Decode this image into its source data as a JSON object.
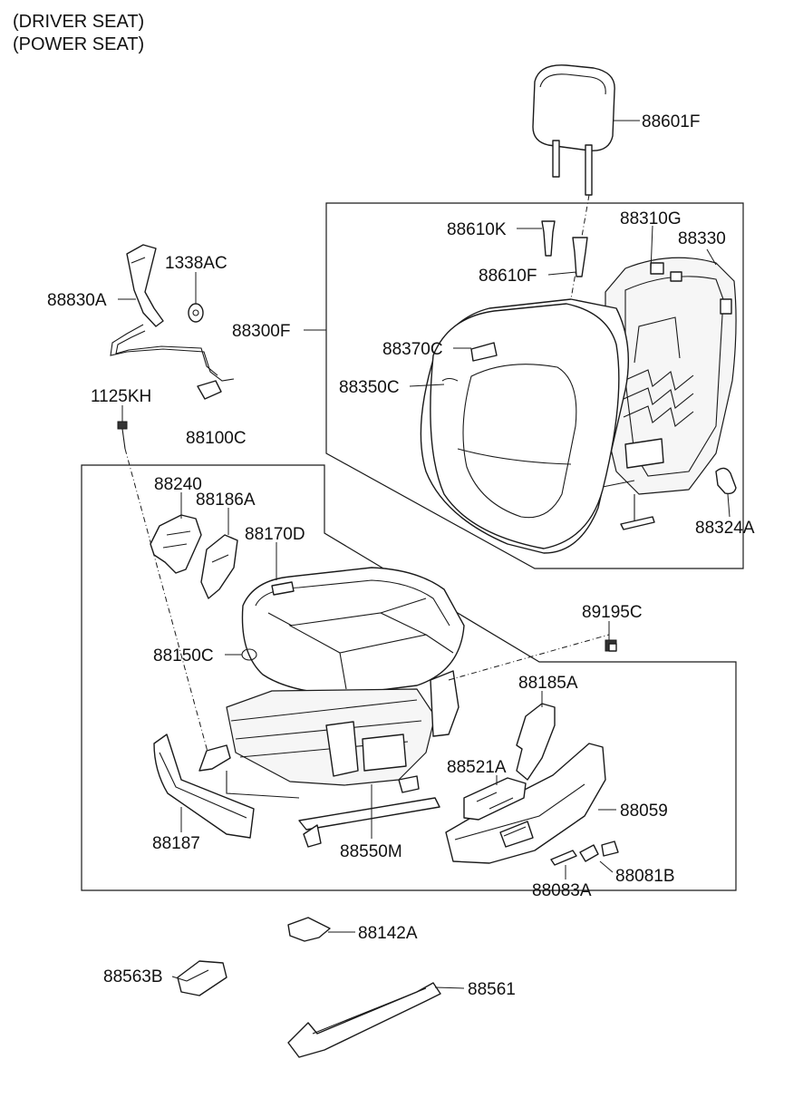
{
  "header": {
    "line1": "(DRIVER SEAT)",
    "line2": "(POWER SEAT)"
  },
  "parts": {
    "p88601F": "88601F",
    "p88610K": "88610K",
    "p88610F": "88610F",
    "p88310G": "88310G",
    "p88330": "88330",
    "p88300F": "88300F",
    "p88370C": "88370C",
    "p88350C": "88350C",
    "p88324A": "88324A",
    "p1338AC": "1338AC",
    "p88830A": "88830A",
    "p1125KH": "1125KH",
    "p88100C": "88100C",
    "p88240": "88240",
    "p88186A": "88186A",
    "p88170D": "88170D",
    "p89195C": "89195C",
    "p88150C": "88150C",
    "p88185A": "88185A",
    "p88521A": "88521A",
    "p88059": "88059",
    "p88187": "88187",
    "p88550M": "88550M",
    "p88081B": "88081B",
    "p88083A": "88083A",
    "p88142A": "88142A",
    "p88563B": "88563B",
    "p88561": "88561"
  }
}
